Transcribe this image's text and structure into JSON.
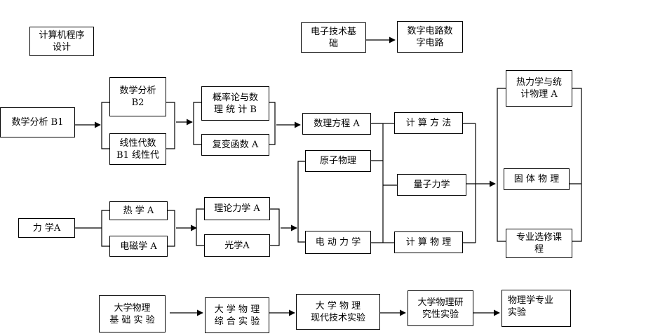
{
  "nodes": {
    "programming": "计算机程序\n设计",
    "electronics_basics": "电子技术基\n础",
    "digital_circuits": "数字电路数\n字电路",
    "math_analysis_b1": "数学分析 B1",
    "math_analysis_b2": "数学分析\nB2",
    "linear_algebra": "线性代数\nB1 线性代",
    "probability": "概率论与数\n理 统 计  B",
    "complex_functions": "复变函数 A",
    "math_physics_eq": "数理方程 A",
    "atomic_physics": "原子物理",
    "electrodynamics": "电 动 力 学",
    "computational_methods": "计 算 方 法",
    "quantum_mechanics": "量子力学",
    "computational_physics": "计 算 物 理",
    "thermo_stat": "热力学与统\n计物理 A",
    "solid_state": "固 体 物 理",
    "electives": "专业选修课\n程",
    "mechanics_a": "力 学A",
    "heat": "热  学   A",
    "electromagnetism": "电磁学 A",
    "theoretical_mechanics": "理论力学 A",
    "optics": "光学A",
    "lab_basic": "大学物理\n基 础 实 验",
    "lab_comprehensive": "大 学 物 理\n综 合 实 验",
    "lab_modern": "大   学   物   理\n现代技术实验",
    "lab_research": "大学物理研\n究性实验",
    "lab_professional": "物理学专业\n实验"
  }
}
